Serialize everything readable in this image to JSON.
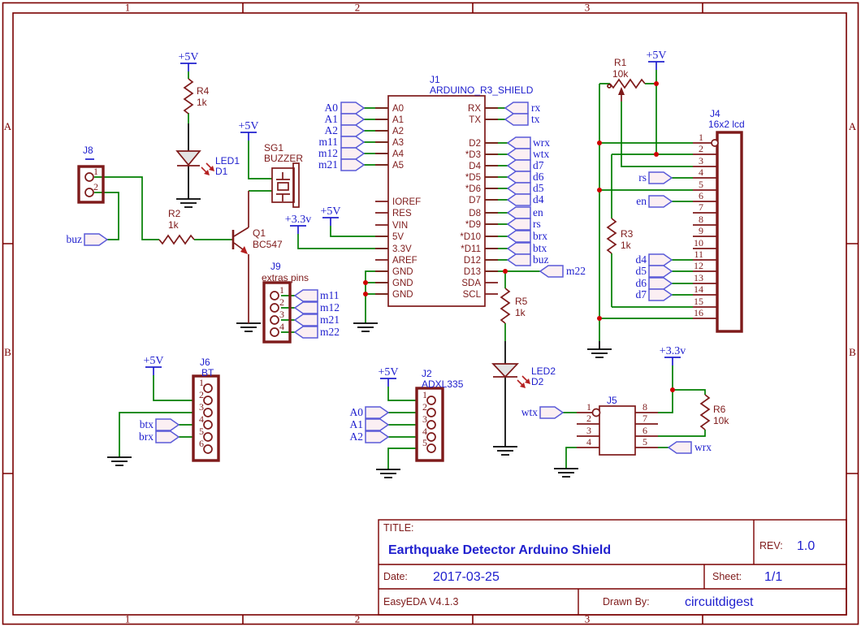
{
  "colors": {
    "frame": "#7a0000",
    "symbol": "#7e1a1a",
    "wire": "#007e00",
    "blue_text": "#2020ce",
    "junction": "#cf0000",
    "flag_fill": "#fbeff3",
    "flag_stroke": "#5a5ad8",
    "background": "#ffffff"
  },
  "frame": {
    "cols": [
      "1",
      "2",
      "3"
    ],
    "rows": [
      "A",
      "B"
    ]
  },
  "power": {
    "p5v": "+5V",
    "p33v": "+3.3v"
  },
  "parts": {
    "r1": {
      "ref": "R1",
      "value": "10k"
    },
    "r2": {
      "ref": "R2",
      "value": "1k"
    },
    "r3": {
      "ref": "R3",
      "value": "1k"
    },
    "r4": {
      "ref": "R4",
      "value": "1k"
    },
    "r5": {
      "ref": "R5",
      "value": "1k"
    },
    "r6": {
      "ref": "R6",
      "value": "10k"
    },
    "led1": {
      "ref": "LED1",
      "value": "D1"
    },
    "led2": {
      "ref": "LED2",
      "value": "D2"
    },
    "q1": {
      "ref": "Q1",
      "value": "BC547"
    },
    "sg1": {
      "ref": "SG1",
      "value": "BUZZER"
    },
    "j8": {
      "ref": "J8",
      "pins": [
        "1",
        "2"
      ]
    },
    "j9": {
      "ref": "J9",
      "value": "extras pins",
      "pins": [
        "1",
        "2",
        "3",
        "4"
      ],
      "flags": [
        "m11",
        "m12",
        "m21",
        "m22"
      ]
    },
    "j1": {
      "ref": "J1",
      "value": "ARDUINO_R3_SHIELD",
      "left_pins": [
        "A0",
        "A1",
        "A2",
        "A3",
        "A4",
        "A5",
        "IOREF",
        "RES",
        "VIN",
        "5V",
        "3.3V",
        "AREF",
        "GND",
        "GND",
        "GND"
      ],
      "right_pins": [
        "RX",
        "TX",
        "D2",
        "*D3",
        "D4",
        "*D5",
        "*D6",
        "D7",
        "D8",
        "*D9",
        "*D10",
        "*D11",
        "D12",
        "D13",
        "SDA",
        "SCL"
      ],
      "left_flags": [
        "A0",
        "A1",
        "A2",
        "m11",
        "m12",
        "m21"
      ],
      "right_flags": [
        "rx",
        "tx",
        "wrx",
        "wtx",
        "d7",
        "d6",
        "d5",
        "d4",
        "en",
        "rs",
        "brx",
        "btx",
        "buz",
        "m22"
      ]
    },
    "j4": {
      "ref": "J4",
      "value": "16x2 lcd",
      "pins": [
        "1",
        "2",
        "3",
        "4",
        "5",
        "6",
        "7",
        "8",
        "9",
        "10",
        "11",
        "12",
        "13",
        "14",
        "15",
        "16"
      ],
      "flags": [
        "rs",
        "en",
        "d4",
        "d5",
        "d6",
        "d7"
      ]
    },
    "j6": {
      "ref": "J6",
      "value": "BT",
      "pins": [
        "1",
        "2",
        "3",
        "4",
        "5",
        "6"
      ],
      "flags": [
        "btx",
        "brx"
      ]
    },
    "j2": {
      "ref": "J2",
      "value": "ADXL335",
      "pins": [
        "1",
        "2",
        "3",
        "4",
        "5"
      ],
      "flags": [
        "A0",
        "A1",
        "A2"
      ]
    },
    "j5": {
      "ref": "J5",
      "left_pins": [
        "1",
        "2",
        "3",
        "4"
      ],
      "right_pins": [
        "8",
        "7",
        "6",
        "5"
      ],
      "flags": [
        "wtx",
        "wrx"
      ]
    },
    "buz_flag": "buz"
  },
  "title_block": {
    "title_label": "TITLE:",
    "title": "Earthquake Detector Arduino Shield",
    "rev_label": "REV:",
    "rev": "1.0",
    "date_label": "Date:",
    "date": "2017-03-25",
    "sheet_label": "Sheet:",
    "sheet": "1/1",
    "tool": "EasyEDA V4.1.3",
    "drawn_by_label": "Drawn By:",
    "drawn_by": "circuitdigest"
  }
}
